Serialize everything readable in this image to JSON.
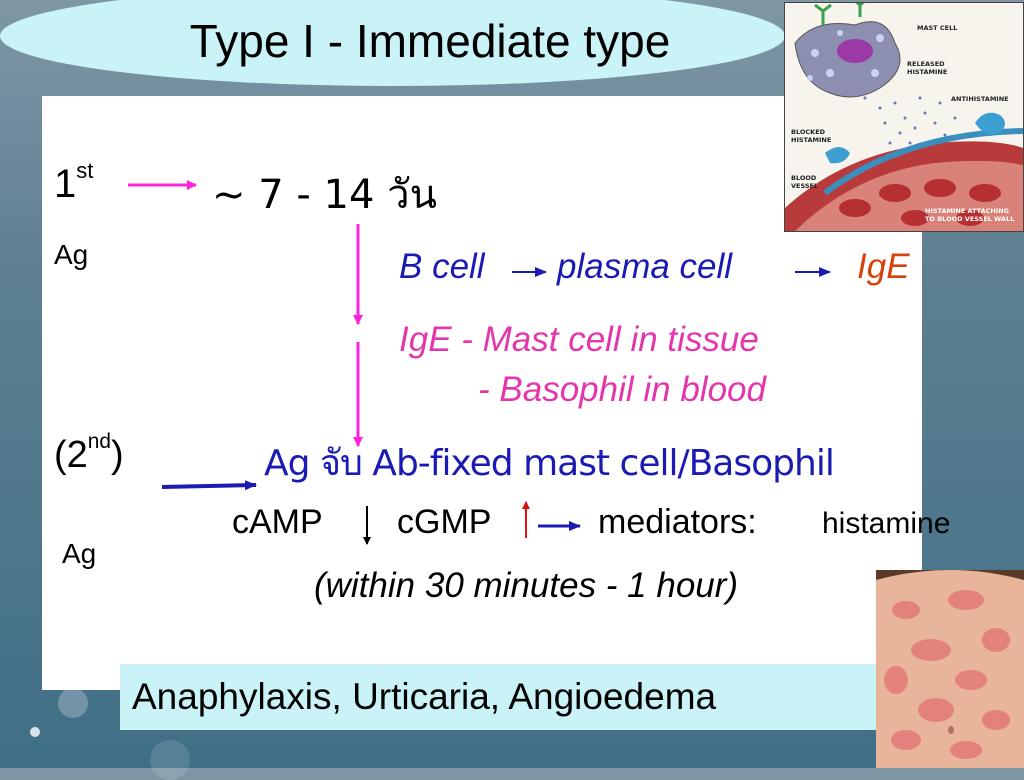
{
  "slide": {
    "title": "Type I - Immediate type",
    "first_exposure": {
      "label": "1",
      "label_sup": "st",
      "ag": "Ag",
      "duration": "~ 7 - 14 วัน"
    },
    "line_b_cell": {
      "b_cell": "B cell",
      "plasma_cell": "plasma cell",
      "ige": "IgE"
    },
    "ige_line1": "IgE - Mast cell in tissue",
    "ige_line2": "- Basophil in blood",
    "second_exposure": {
      "label_open": "(2",
      "label_sup": "nd",
      "label_close": ")",
      "ag": "Ag",
      "text": "Ag จับ Ab-fixed mast cell/Basophil"
    },
    "mediator_line": {
      "camp": "cAMP",
      "cgmp": "cGMP",
      "mediators": "mediators:",
      "histamine": "histamine"
    },
    "timing": "(within 30 minutes - 1 hour)",
    "conditions": "Anaphylaxis, Urticaria, Angioedema"
  },
  "illustration": {
    "labels": {
      "mast_cell": "MAST CELL",
      "released_histamine_1": "RELEASED",
      "released_histamine_2": "HISTAMINE",
      "antihistamine": "ANTIHISTAMINE",
      "blocked_1": "BLOCKED",
      "blocked_2": "HISTAMINE",
      "blood_1": "BLOOD",
      "blood_2": "VESSEL",
      "attaching_1": "HISTAMINE ATTACHING",
      "attaching_2": "TO BLOOD VESSEL WALL"
    }
  },
  "colors": {
    "title_oval": "#c9f3f6",
    "arrow_pink": "#ff22dd",
    "arrow_blue": "#1b1bb3",
    "text_blue": "#1b1bb3",
    "text_pink": "#e535ab",
    "text_orange": "#d6420c"
  }
}
